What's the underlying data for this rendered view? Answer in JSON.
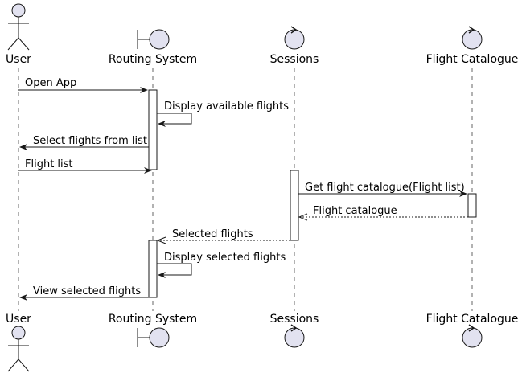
{
  "participants": [
    {
      "id": "user",
      "label": "User",
      "kind": "actor"
    },
    {
      "id": "routing",
      "label": "Routing System",
      "kind": "boundary"
    },
    {
      "id": "sessions",
      "label": "Sessions",
      "kind": "control"
    },
    {
      "id": "catalogue",
      "label": "Flight Catalogue",
      "kind": "control"
    }
  ],
  "messages": [
    {
      "from": "user",
      "to": "routing",
      "label": "Open App",
      "style": "solid"
    },
    {
      "from": "routing",
      "to": "routing",
      "label": "Display available flights",
      "style": "solid"
    },
    {
      "from": "routing",
      "to": "user",
      "label": "Select flights from list",
      "style": "solid"
    },
    {
      "from": "user",
      "to": "routing",
      "label": "Flight list",
      "style": "solid"
    },
    {
      "from": "sessions",
      "to": "catalogue",
      "label": "Get flight catalogue(Flight list)",
      "style": "solid"
    },
    {
      "from": "catalogue",
      "to": "sessions",
      "label": "Flight catalogue",
      "style": "dashed"
    },
    {
      "from": "sessions",
      "to": "routing",
      "label": "Selected flights",
      "style": "dashed"
    },
    {
      "from": "routing",
      "to": "routing",
      "label": "Display selected flights",
      "style": "solid"
    },
    {
      "from": "routing",
      "to": "user",
      "label": "View selected flights",
      "style": "solid"
    }
  ]
}
